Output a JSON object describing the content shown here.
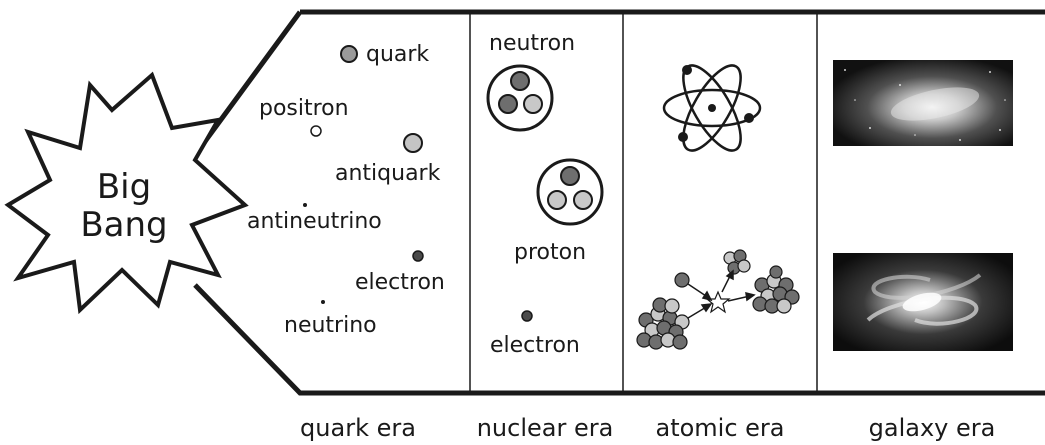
{
  "big_bang": {
    "line1": "Big",
    "line2": "Bang"
  },
  "eras": {
    "quark": {
      "label": "quark era",
      "particles": {
        "quark": "quark",
        "positron": "positron",
        "antiquark": "antiquark",
        "antineutrino": "antineutrino",
        "electron": "electron",
        "neutrino": "neutrino"
      }
    },
    "nuclear": {
      "label": "nuclear era",
      "particles": {
        "neutron": "neutron",
        "proton": "proton",
        "electron": "electron"
      }
    },
    "atomic": {
      "label": "atomic era"
    },
    "galaxy": {
      "label": "galaxy era"
    }
  }
}
